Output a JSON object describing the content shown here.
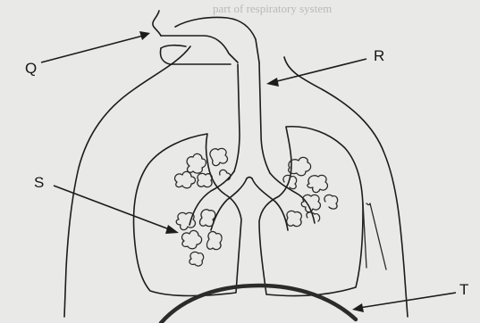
{
  "top_text": "part of respiratory system",
  "labels": {
    "q": "Q",
    "r": "R",
    "s": "S",
    "t": "T"
  },
  "colors": {
    "background": "#e9e9e7",
    "ink": "#1c1c1c"
  }
}
